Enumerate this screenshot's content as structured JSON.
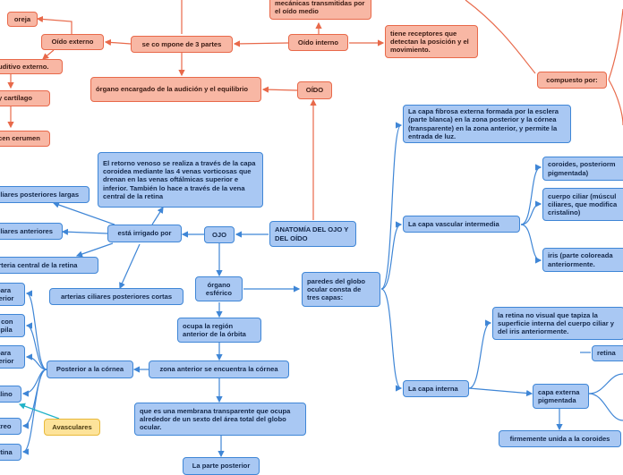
{
  "nodes": {
    "oreja": "oreja",
    "oido_externo": "Oído externo",
    "auditivo_externo": "uditivo externo.",
    "cartilago": "y  cartílago",
    "cerumen": "cen cerumen",
    "se_compone": "se co mpone de 3 partes",
    "oido_interno": "Oído interno",
    "mecanicas": "mecánicas  transmitidas por el oído medio",
    "tiene_receptores": "tiene  receptores  que detectan la posición y el movimiento.",
    "organo_audicion": "órgano encargado de la audición y el equilibrio",
    "oido": "OÍDO",
    "compuesto": "compuesto por:",
    "anatomia": "ANATOMÍA DEL OJO Y DEL OÍDO",
    "ojo": "OJO",
    "irrigado": "está irrigado por",
    "retorno": "El retorno venoso se realiza a través de la capa coroidea mediante las 4 venas vorticosas que drenan en las venas oftálmicas superior e inferior. También lo hace a través de la vena central de la retina",
    "ciliares_post_largas": "ciliares posteriores largas",
    "ciliares_ant": "ciliares anteriores",
    "arteria_central": "arteria central de la retina",
    "ciliares_post_cortas": "arterias ciliares posteriores cortas",
    "organo_esferico": "órgano esférico",
    "ocupa": "ocupa la región anterior de la órbita",
    "zona_anterior": "zona anterior se encuentra la córnea",
    "posterior_cornea": "Posterior a la córnea",
    "membrana": "que es una membrana transparente que ocupa alrededor de un sexto del área total del globo ocular.",
    "parte_posterior": "La parte posterior",
    "avasculares": "Avasculares",
    "left_para1": "para  terior",
    "left_con": "r con  upila",
    "left_para2": "para  terior",
    "left_alino": "alino",
    "left_itreo": "itreo",
    "left_retina": "etina",
    "paredes": "paredes del globo ocular consta de tres capas:",
    "capa_fibrosa": "La capa fibrosa externa formada por la esclera (parte blanca) en la zona posterior y la córnea (transparente) en la zona anterior, y permite la entrada de luz.",
    "capa_vascular": "La  capa  vascular  intermedia",
    "coroides": "coroides,  posteriorm pigmentada)",
    "cuerpo_ciliar": "cuerpo ciliar (múscul ciliares, que modifica cristalino)",
    "iris": "iris (parte coloreada anteriormente.",
    "capa_interna": "La capa interna",
    "retina_visual": "la retina no visual que tapiza la superficie interna del cuerpo ciliar y del iris anteriormente.",
    "retina_right": "retina",
    "capa_externa_pig": "capa externa pigmentada",
    "firmemente": "firmemente unida a la coroides"
  },
  "colors": {
    "red_fill": "#f8b7a4",
    "red_line": "#e8694a",
    "blue_fill": "#a9c8f3",
    "blue_line": "#3f86d6",
    "yellow_fill": "#fde39a",
    "teal_line": "#22b3c8"
  }
}
